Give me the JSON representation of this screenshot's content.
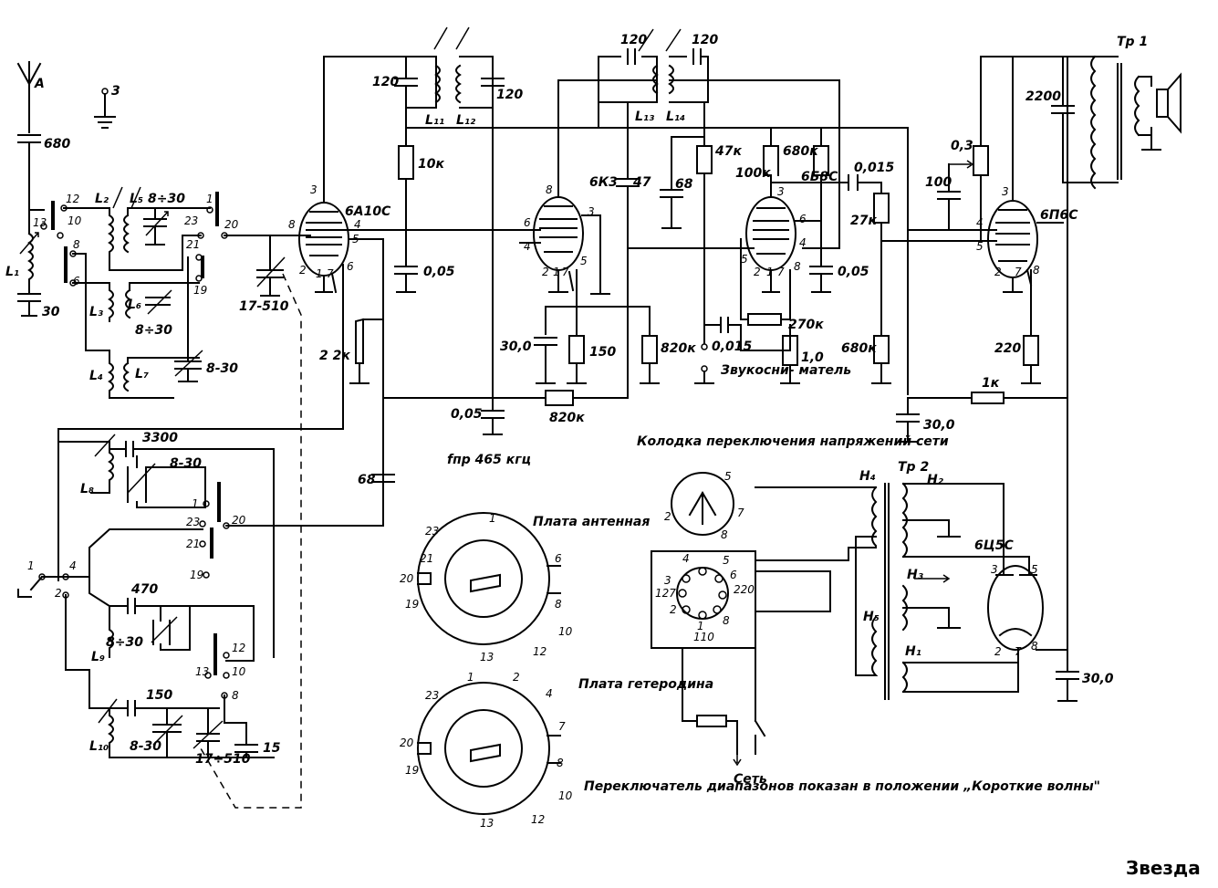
{
  "brand": "Звезда",
  "labels": {
    "antenna": "A",
    "ground": "3",
    "c680": "680",
    "c30a": "30",
    "L1": "L₁",
    "L2": "L₂",
    "L3": "L₃",
    "L4": "L₄",
    "L5": "L₅",
    "L6": "L₆",
    "L7": "L₇",
    "L8": "L₈",
    "L9": "L₉",
    "L10": "L₁₀",
    "L11": "L₁₁",
    "L12": "L₁₂",
    "L13": "L₁₃",
    "L14": "L₁₄",
    "c8_30a": "8÷30",
    "c8_30b": "8÷30",
    "c8_30c": "8-30",
    "c8_30d": "8-30",
    "c8_30e": "8÷30",
    "c8_30f": "8-30",
    "c17_510a": "17-510",
    "c17_510b": "17÷510",
    "r22k": "2 2к",
    "c3300": "3300",
    "c470": "470",
    "c150": "150",
    "c15": "15",
    "c68a": "68",
    "c120a": "120",
    "c120b": "120",
    "c120c": "120",
    "c120d": "120",
    "r10k": "10к",
    "c005a": "0,05",
    "c005b": "0,05",
    "c005c": "0,05",
    "tube1": "6А10С",
    "tube2": "6К3",
    "tube3": "6Б8С",
    "tube4": "6П6С",
    "tube5": "6Ц5С",
    "c47": "47",
    "c68b": "68",
    "r47k": "47к",
    "r100k": "100к",
    "r680ka": "680к",
    "c0015a": "0,015",
    "r27k": "27к",
    "r680kb": "680к",
    "c100": "100",
    "r03": "0,3",
    "c2200": "2200",
    "tr1": "Тр 1",
    "c30b": "30,0",
    "r150": "150",
    "r820ka": "820к",
    "r820kb": "820к",
    "c0015b": "0,015",
    "r270k": "270к",
    "r10": "1,0",
    "pickup": "Звукосни-\nматель",
    "c30c": "30,0",
    "r1k": "1к",
    "r220": "220",
    "fif": "fпр 465 кгц",
    "mains_block_title": "Колодка переключения напряжений сети",
    "board_ant": "Плата антенная",
    "board_osc": "Плата гетеродина",
    "switch_note": "Переключатель диапазонов показан в положении „Короткие волны\"",
    "tr2": "Тр 2",
    "H1": "Н₁",
    "H2": "Н₂",
    "H3": "Н₃",
    "H4": "Н₄",
    "H5": "Н₅",
    "c30d": "30,0",
    "mains": "Сеть",
    "v127": "127",
    "v110": "110",
    "v220": "220"
  },
  "pins": {
    "s1": [
      "12",
      "13",
      "10",
      "8",
      "6",
      "1",
      "23",
      "21",
      "19",
      "20"
    ],
    "s2": [
      "1",
      "23",
      "21",
      "19",
      "20",
      "13",
      "12",
      "10",
      "8"
    ],
    "t1": [
      "3",
      "8",
      "4",
      "5",
      "2",
      "1",
      "7",
      "6"
    ],
    "t2": [
      "8",
      "6",
      "4",
      "3",
      "2",
      "1",
      "7",
      "5"
    ],
    "t3": [
      "3",
      "6",
      "4",
      "5",
      "2",
      "1",
      "7",
      "8"
    ],
    "t4": [
      "3",
      "4",
      "5",
      "2",
      "7",
      "8"
    ],
    "t5": [
      "3",
      "5",
      "2",
      "7",
      "8"
    ],
    "sw": [
      "1",
      "4",
      "2"
    ],
    "board_ant": [
      "1",
      "23",
      "21",
      "20",
      "19",
      "6",
      "8",
      "10",
      "12",
      "13"
    ],
    "board_osc": [
      "1",
      "2",
      "23",
      "4",
      "7",
      "20",
      "19",
      "8",
      "10",
      "12",
      "13"
    ],
    "block": [
      "5",
      "2",
      "7",
      "8",
      "4",
      "5",
      "3",
      "6",
      "2",
      "8",
      "1"
    ]
  }
}
